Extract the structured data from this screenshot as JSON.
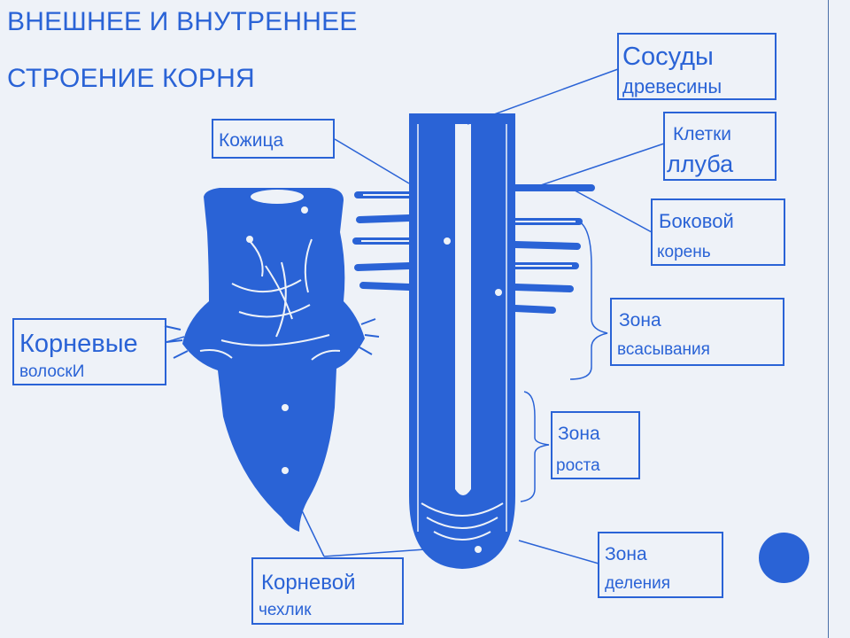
{
  "title": {
    "line1": "ВНЕШНЕЕ И ВНУТРЕННЕЕ",
    "line2": "СТРОЕНИЕ КОРНЯ"
  },
  "labels": {
    "vessels": {
      "line1": "Сосуды",
      "line2": "древесины"
    },
    "bast": {
      "line1": "Клетки",
      "line2": "ллуба"
    },
    "lateral_root": {
      "line1": "Боковой",
      "line2": "корень"
    },
    "absorption_zone": {
      "line1": "Зона",
      "line2": "всасывания"
    },
    "growth_zone": {
      "line1": "Зона",
      "line2": "роста"
    },
    "division_zone": {
      "line1": "Зона",
      "line2": "деления"
    },
    "root_cap": {
      "line1": "Корневой",
      "line2": "чехлик"
    },
    "root_hairs": {
      "line1": "Корневые",
      "line2": "волоскИ"
    },
    "skin": {
      "line1": "Кожица"
    }
  },
  "colors": {
    "accent": "#2a63d6",
    "background": "#eef2f8",
    "divider": "#4a6fa8"
  }
}
